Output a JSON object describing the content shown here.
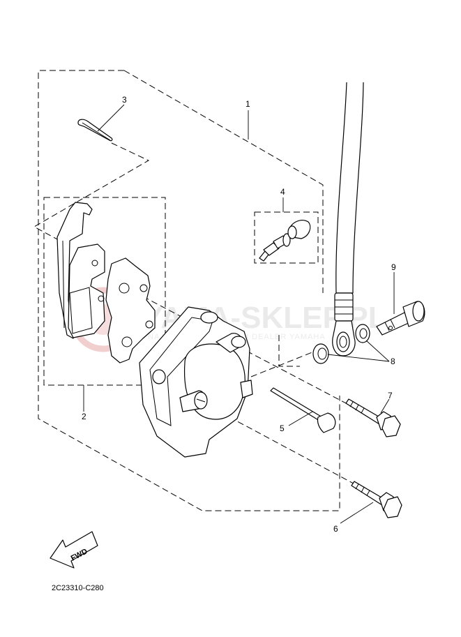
{
  "callouts": {
    "c1": "1",
    "c2": "2",
    "c3": "3",
    "c4": "4",
    "c5": "5",
    "c6": "6",
    "c7": "7",
    "c8": "8",
    "c9": "9"
  },
  "direction_arrow": {
    "label": "FWD"
  },
  "drawing_code": "2C23310-C280",
  "watermark": {
    "text": "YAMA-SKLEP.PL",
    "subtext": "NAJTANIEJ POWIĘKSZ I DEALER YAMAHA",
    "color": "#e8b4b4"
  },
  "colors": {
    "line": "#000000",
    "background": "#ffffff"
  }
}
